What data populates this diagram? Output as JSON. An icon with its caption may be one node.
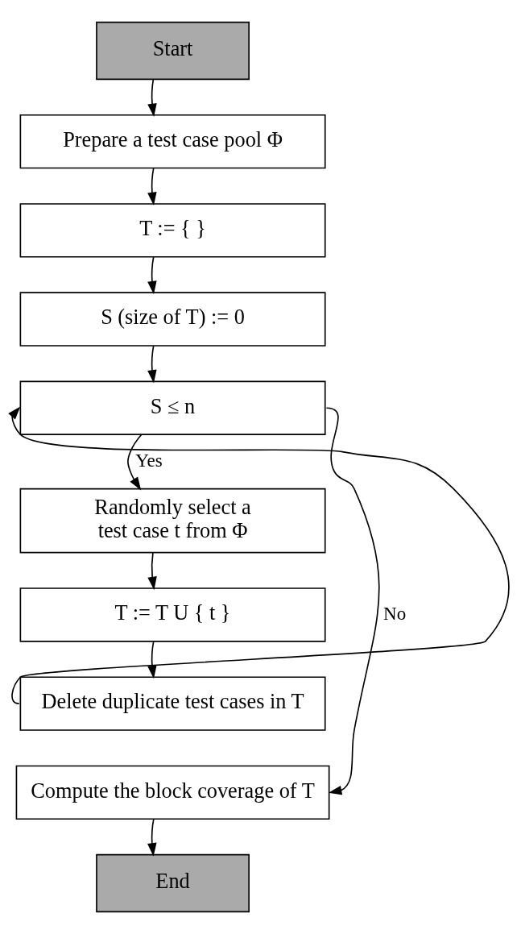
{
  "diagram": {
    "nodes": [
      {
        "text": [
          "Start"
        ]
      },
      {
        "text": [
          "Prepare a test case pool Φ"
        ]
      },
      {
        "text": [
          "T := { }"
        ]
      },
      {
        "text": [
          "S (size of T) := 0"
        ]
      },
      {
        "text": [
          "S ≤ n"
        ]
      },
      {
        "text": [
          "Randomly select a test case t from Φ"
        ]
      },
      {
        "text": [
          "T := T U { t }"
        ]
      },
      {
        "text": [
          "Delete duplicate test cases in T"
        ]
      },
      {
        "text": [
          "Compute the block coverage of T"
        ]
      },
      {
        "text": [
          "End"
        ]
      }
    ],
    "edges": [
      {
        "from": 0,
        "to": 1,
        "arrow": "to"
      },
      {
        "from": 1,
        "to": 2,
        "arrow": "to"
      },
      {
        "from": 2,
        "to": 3,
        "arrow": "to"
      },
      {
        "from": 3,
        "to": 4,
        "arrow": "to"
      },
      {
        "from": 4,
        "to": 5,
        "arrow": "to",
        "label": "Yes"
      },
      {
        "from": 5,
        "to": 6,
        "arrow": "to"
      },
      {
        "from": 6,
        "to": 7,
        "arrow": "to"
      },
      {
        "from": 7,
        "to": 4,
        "arrow": "to"
      },
      {
        "from": 4,
        "to": 8,
        "arrow": "to",
        "label": "No"
      },
      {
        "from": 8,
        "to": 9,
        "arrow": "to"
      }
    ]
  }
}
